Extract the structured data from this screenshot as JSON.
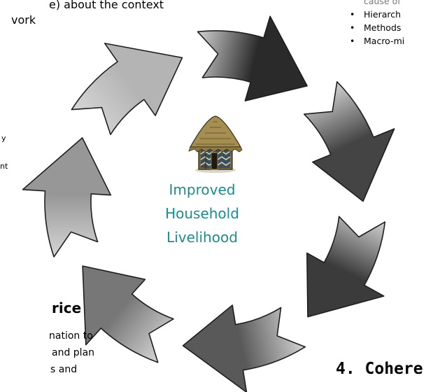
{
  "fragments": {
    "top_left_line1": "e) about the context",
    "top_left_line2": "vork",
    "left_frag1": "y",
    "left_frag2": "nt",
    "bottom_left_heading": "rice",
    "bottom_left_line1": "nation to",
    "bottom_left_line2": "and plan",
    "bottom_left_line3": "s and",
    "bottom_right_heading": "4. Cohere"
  },
  "right_list": [
    {
      "text": "cause of",
      "bullet": false
    },
    {
      "text": "Hierarch",
      "bullet": true
    },
    {
      "text": "Methods",
      "bullet": true
    },
    {
      "text": "Macro-mi",
      "bullet": true
    }
  ],
  "center": {
    "line1": "Improved",
    "line2": "Household",
    "line3": "Livelihood",
    "color": "#1a8c8c"
  },
  "icons": {
    "center_image": "hut-icon"
  },
  "arrow_colors": [
    "#2a2a2a",
    "#444444",
    "#3b3b3b",
    "#595959",
    "#777777",
    "#979797",
    "#b4b4b4"
  ]
}
